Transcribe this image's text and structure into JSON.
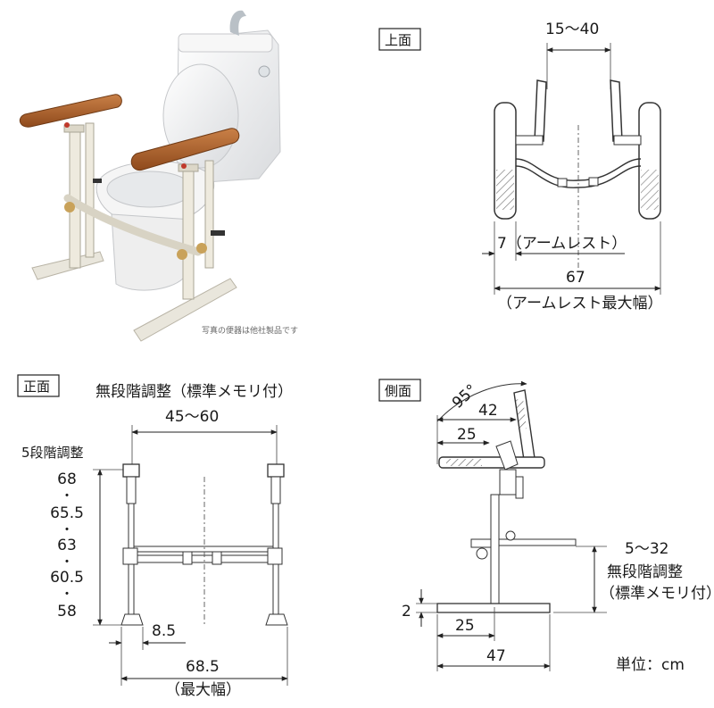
{
  "photo": {
    "caption": "写真の便器は他社製品です"
  },
  "top_view": {
    "title": "上面",
    "inner_width": "15～40",
    "armrest_width": "7（アームレスト）",
    "max_width": "67",
    "max_width_note": "（アームレスト最大幅）"
  },
  "front_view": {
    "title": "正面",
    "stepless_note": "無段階調整（標準メモリ付）",
    "inner_width": "45～60",
    "five_step_label": "5段階調整",
    "heights": [
      "68",
      "65.5",
      "63",
      "60.5",
      "58"
    ],
    "base_width": "8.5",
    "max_width": "68.5",
    "max_width_note": "（最大幅）"
  },
  "side_view": {
    "title": "側面",
    "angle": "95°",
    "arm_length": "42",
    "arm_offset": "25",
    "depth_range": "5～32",
    "depth_note_1": "無段階調整",
    "depth_note_2": "（標準メモリ付）",
    "base_height": "2",
    "base_offset": "25",
    "base_depth": "47"
  },
  "units": "単位：cm",
  "colors": {
    "armrest": "#b5652b",
    "frame": "#ece8dc",
    "toilet": "#f4f4f4",
    "tank": "#eef0f2"
  }
}
